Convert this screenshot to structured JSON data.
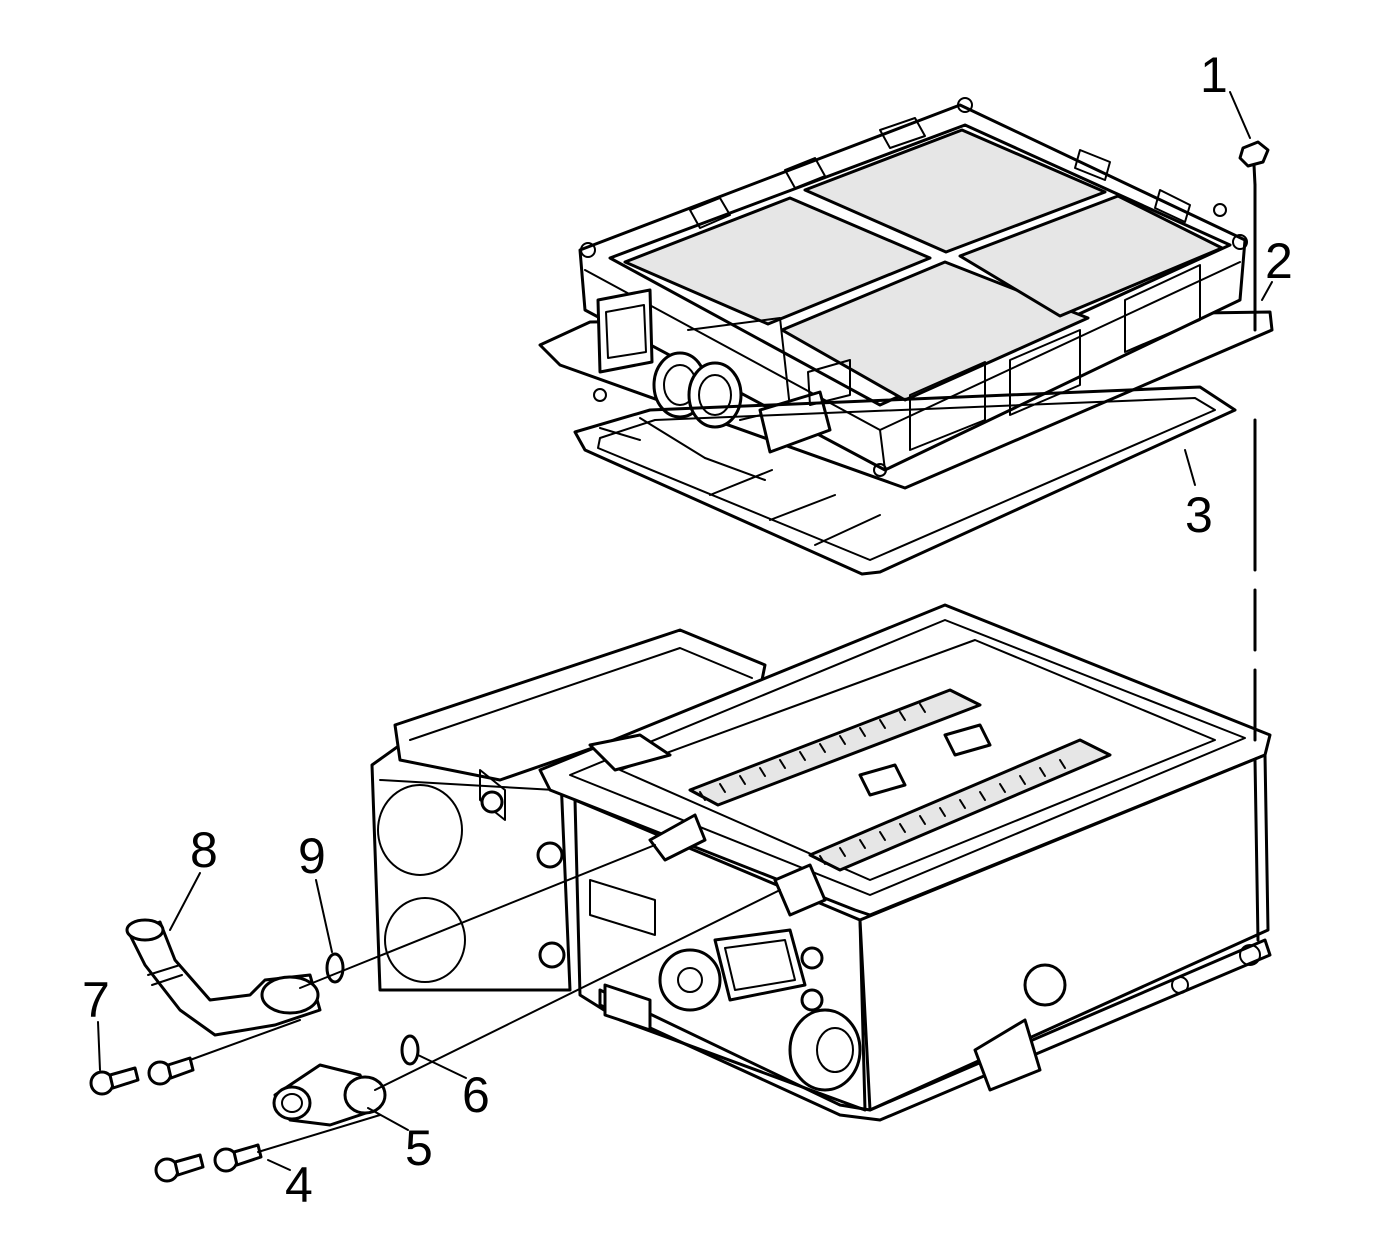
{
  "callouts": {
    "c1": "1",
    "c2": "2",
    "c3": "3",
    "c4": "4",
    "c5": "5",
    "c6": "6",
    "c7": "7",
    "c8": "8",
    "c9": "9"
  },
  "colors": {
    "line": "#000000",
    "background": "#ffffff",
    "panel": "#e6e6e6"
  }
}
